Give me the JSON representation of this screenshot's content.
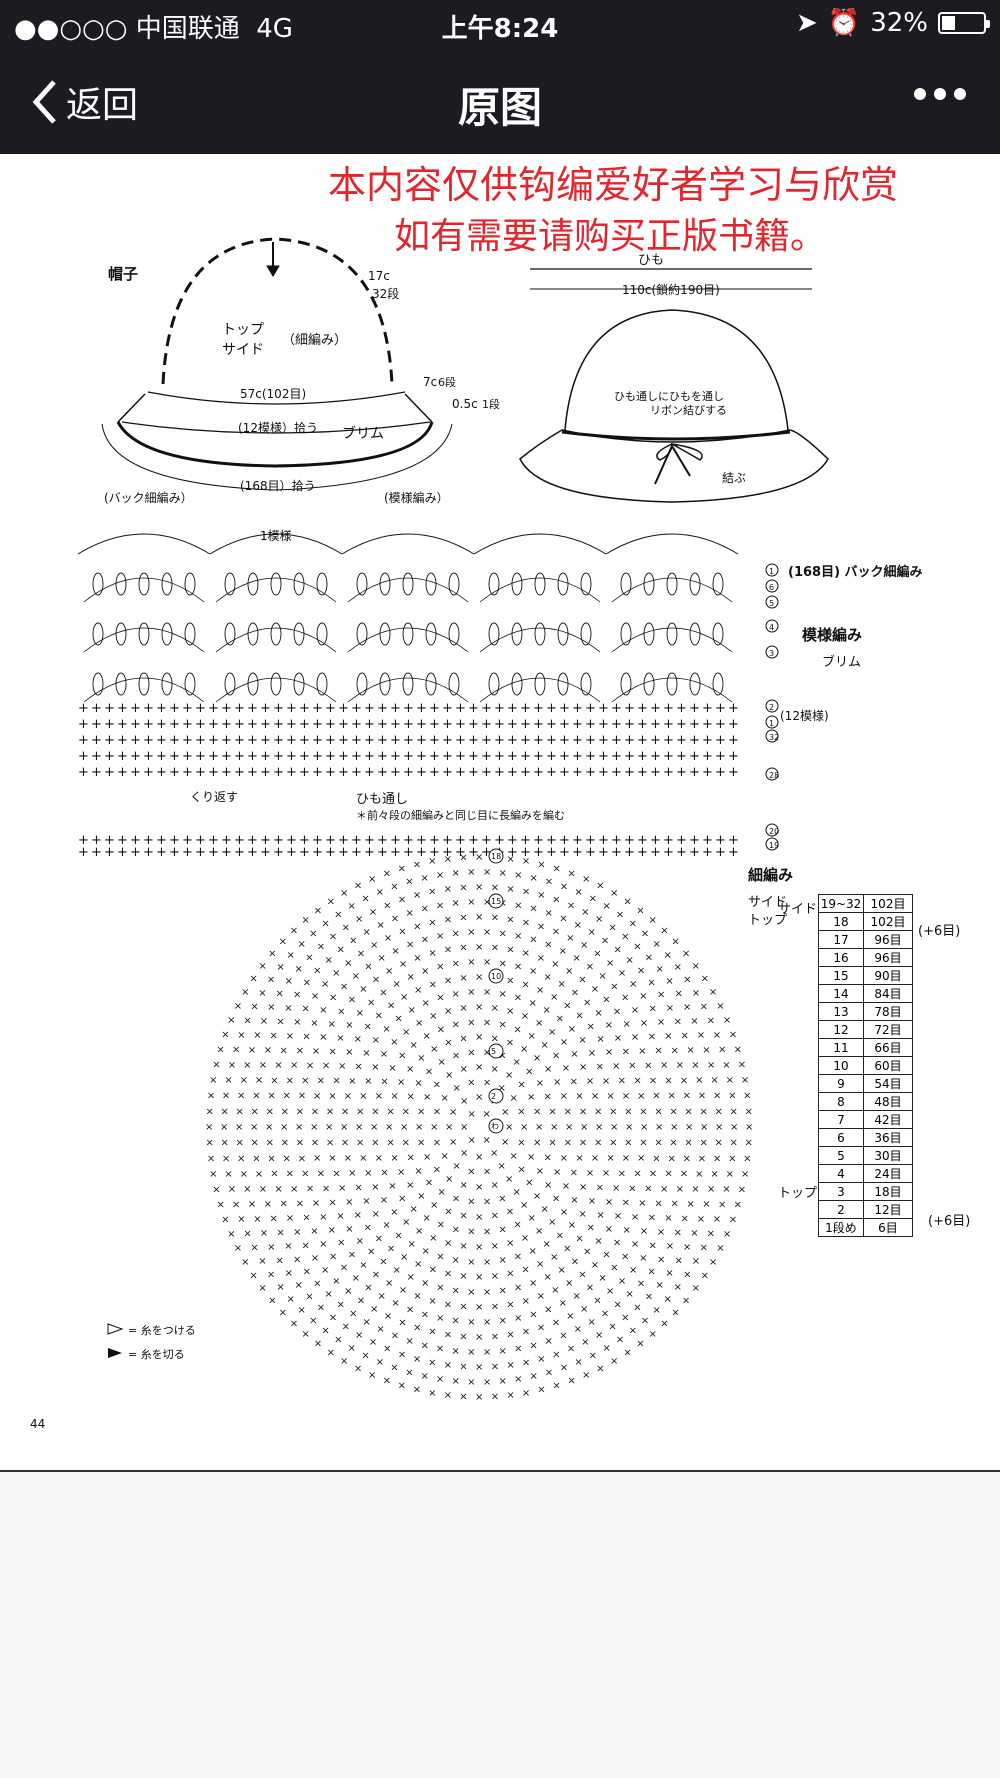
{
  "status_bar": {
    "carrier": "●●○○○ 中国联通",
    "network": "4G",
    "time": "上午8:24",
    "battery": "32%",
    "battery_level": 0.32
  },
  "nav": {
    "back_label": "返回",
    "title": "原图"
  },
  "watermark": {
    "line1": "本内容仅供钩编爱好者学习与欣赏",
    "line2": "如有需要请购买正版书籍。"
  },
  "diagram": {
    "hat_title": "帽子",
    "top_side": "トップ",
    "side": "サイド",
    "sc": "（細編み）",
    "brim": "ブリム",
    "rows_17c": "17c",
    "rows_32": "32段",
    "rows_7c": "7c",
    "rows_6": "6段",
    "rows_05c": "0.5c",
    "rows_1": "1段",
    "width_57": "57c(102目)",
    "pick_12": "(12模様）拾う",
    "pick_168": "(168目）拾う",
    "back_sc": "(バック細編み）",
    "pattern": "(模様編み）",
    "string_label": "ひも",
    "string_len": "110c(鎖約190目)",
    "ribbon_note1": "ひも通しにひもを通し",
    "ribbon_note2": "リボン結びする",
    "tie": "結ぶ",
    "one_pattern": "1模様",
    "r168": "(168目) バック細編み",
    "pattern_title": "模様編み",
    "brim_sub": "ブリム",
    "r12": "(12模様)",
    "repeat": "くり返す",
    "string_through": "ひも通し",
    "string_note": "＊前々段の細編みと同じ目に長編みを編む",
    "sc_title": "細編み",
    "sc_side": "サイド",
    "sc_top": "トップ",
    "legend_attach": "= 糸をつける",
    "legend_cut": "= 糸を切る",
    "page_no": "44",
    "row_markers": [
      "1",
      "6",
      "5",
      "4",
      "3",
      "2",
      "1",
      "32",
      "28",
      "20",
      "19"
    ],
    "round_markers": [
      "18",
      "15",
      "10",
      "5",
      "2",
      "わ"
    ]
  },
  "row_table": {
    "group_side": "サイド",
    "group_top": "トップ",
    "inc_18": "(+6目)",
    "inc_top": "(+6目)",
    "rows": [
      {
        "row": "19~32",
        "sts": "102目"
      },
      {
        "row": "18",
        "sts": "102目"
      },
      {
        "row": "17",
        "sts": "96目"
      },
      {
        "row": "16",
        "sts": "96目"
      },
      {
        "row": "15",
        "sts": "90目"
      },
      {
        "row": "14",
        "sts": "84目"
      },
      {
        "row": "13",
        "sts": "78目"
      },
      {
        "row": "12",
        "sts": "72目"
      },
      {
        "row": "11",
        "sts": "66目"
      },
      {
        "row": "10",
        "sts": "60目"
      },
      {
        "row": "9",
        "sts": "54目"
      },
      {
        "row": "8",
        "sts": "48目"
      },
      {
        "row": "7",
        "sts": "42目"
      },
      {
        "row": "6",
        "sts": "36目"
      },
      {
        "row": "5",
        "sts": "30目"
      },
      {
        "row": "4",
        "sts": "24目"
      },
      {
        "row": "3",
        "sts": "18目"
      },
      {
        "row": "2",
        "sts": "12目"
      },
      {
        "row": "1段め",
        "sts": "6目"
      }
    ]
  },
  "colors": {
    "bar": "#1b1b21",
    "watermark": "#e3262d",
    "page": "#f5f5f7"
  }
}
